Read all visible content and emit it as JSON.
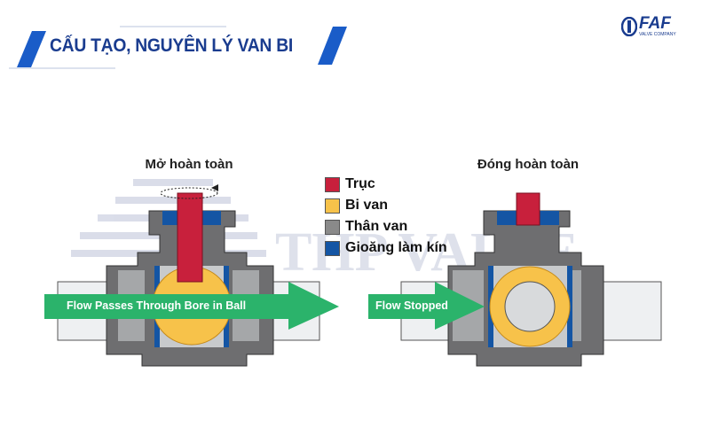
{
  "header": {
    "title": "CẤU TẠO, NGUYÊN LÝ VAN BI",
    "accent": "#1a5cc8"
  },
  "logo": {
    "text": "FAF",
    "subtext": "VALVE COMPANY"
  },
  "watermark": "THP VALVE",
  "open_valve": {
    "title": "Mở hoàn toàn",
    "flow_label": "Flow  Passes Through Bore in Ball"
  },
  "closed_valve": {
    "title": "Đóng hoàn toàn",
    "flow_label": "Flow  Stopped"
  },
  "legend": [
    {
      "label": "Trục",
      "color": "#c8203c"
    },
    {
      "label": "Bi van",
      "color": "#f7c24a"
    },
    {
      "label": "Thân van",
      "color": "#8a8a8a"
    },
    {
      "label": "Gioăng làm kín",
      "color": "#1455a4"
    }
  ],
  "colors": {
    "flow_arrow": "#2bb36b",
    "body": "#6e6e70"
  }
}
